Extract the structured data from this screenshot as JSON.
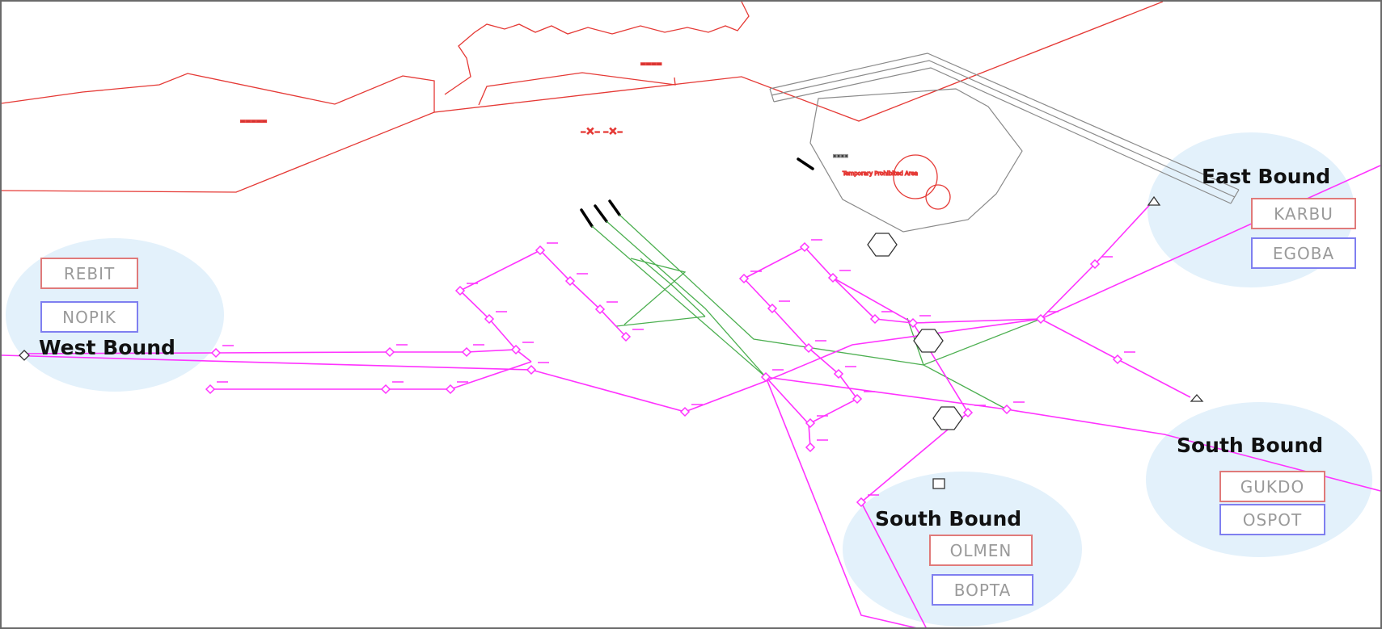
{
  "map": {
    "areas": {
      "west": {
        "title": "West Bound",
        "fixes": [
          "REBIT",
          "NOPIK"
        ]
      },
      "east": {
        "title": "East Bound",
        "fixes": [
          "KARBU",
          "EGOBA"
        ]
      },
      "south_east": {
        "title": "South Bound",
        "fixes": [
          "GUKDO",
          "OSPOT"
        ]
      },
      "south": {
        "title": "South Bound",
        "fixes": [
          "OLMEN",
          "BOPTA"
        ]
      }
    },
    "prohibited_area_label": "Temporary Prohibited Area",
    "colors": {
      "airspace_boundary": "#e53935",
      "routes": "#ff33ff",
      "runway_paths": "#4caf50",
      "runways": "#000000",
      "prohibited_area": "#e53935",
      "bound_highlight": "#e3f1fb",
      "fix_box_red": "#e07a7a",
      "fix_box_blue": "#7f7ff0"
    }
  }
}
